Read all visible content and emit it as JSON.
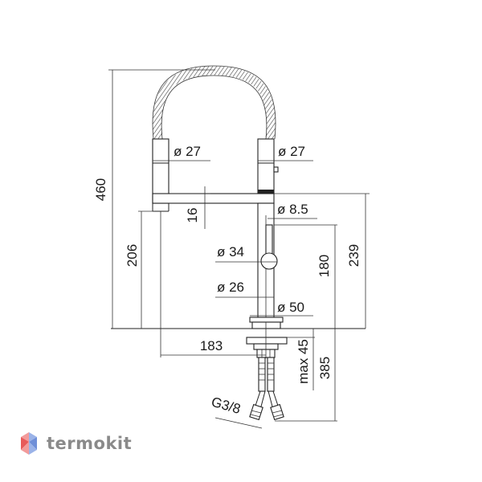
{
  "brand": {
    "name": "termokit",
    "logo_colors": [
      "#f29b9b",
      "#9bb3e8",
      "#e85a5a",
      "#6f8fd8"
    ]
  },
  "dimensions": {
    "total_height": "460",
    "diameter_upper_left": "ø 27",
    "diameter_upper_right": "ø 27",
    "spout_thickness": "16",
    "spout_height": "206",
    "diameter_handle": "ø 8.5",
    "diameter_body_mid": "ø 34",
    "diameter_body_low": "ø 26",
    "diameter_base": "ø 50",
    "handle_length": "180",
    "body_height": "239",
    "reach": "183",
    "max_deck": "max 45",
    "hose_length": "385",
    "thread": "G3/8"
  }
}
